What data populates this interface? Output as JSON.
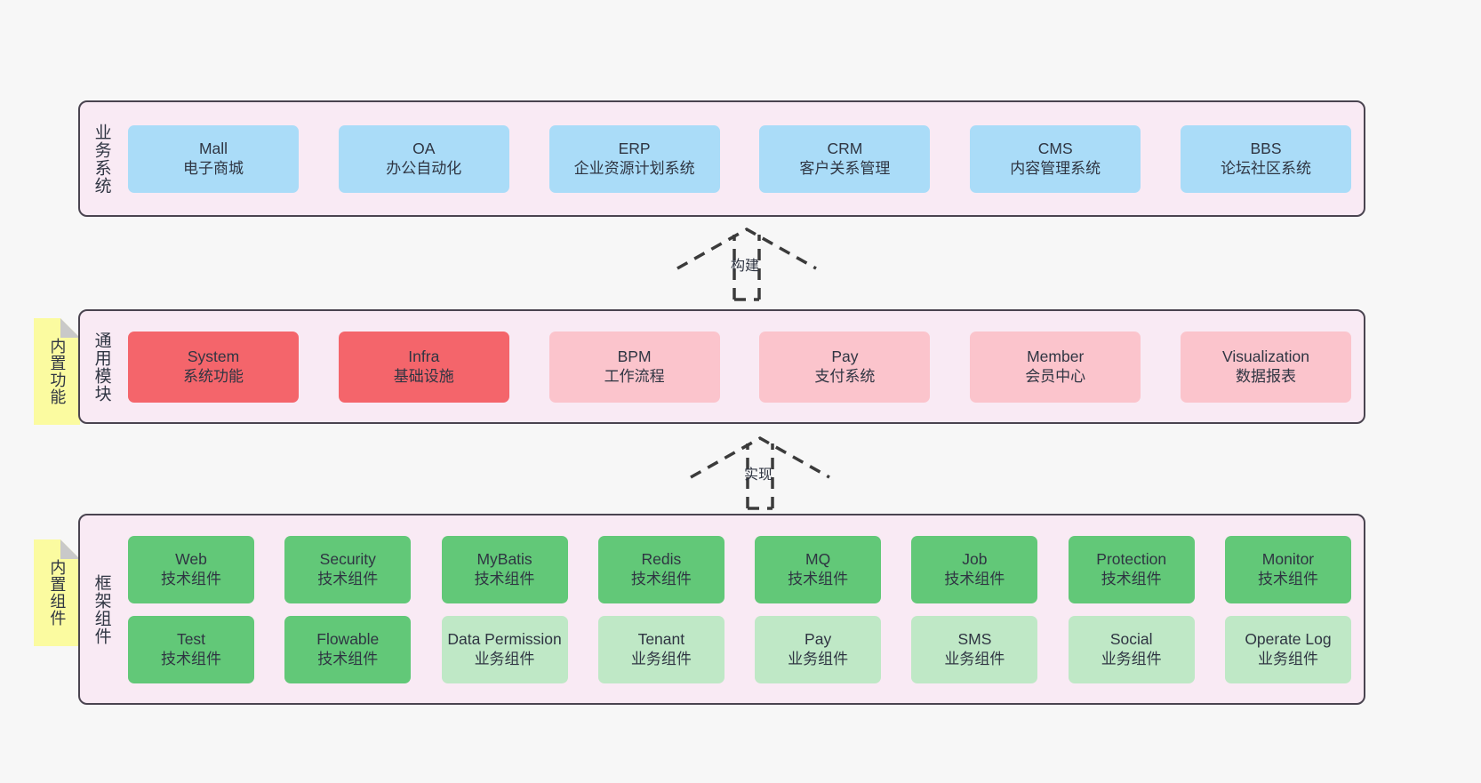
{
  "diagram": {
    "background": "#f7f7f7",
    "panel_fill": "#f9eaf4",
    "panel_border": "#4a4450",
    "colors": {
      "business": "#aadcf8",
      "core_module_strong": "#f4656b",
      "core_module_light": "#fbc4cc",
      "tech_component": "#62c878",
      "business_component": "#bfe8c6",
      "note": "#fbfba0",
      "note_fold": "#c9c9c9"
    }
  },
  "layers": {
    "business": {
      "title": "业务系统",
      "items": [
        {
          "en": "Mall",
          "cn": "电子商城"
        },
        {
          "en": "OA",
          "cn": "办公自动化"
        },
        {
          "en": "ERP",
          "cn": "企业资源计划系统"
        },
        {
          "en": "CRM",
          "cn": "客户关系管理"
        },
        {
          "en": "CMS",
          "cn": "内容管理系统"
        },
        {
          "en": "BBS",
          "cn": "论坛社区系统"
        }
      ]
    },
    "common": {
      "title": "通用模块",
      "note": "内置功能",
      "items": [
        {
          "en": "System",
          "cn": "系统功能",
          "tone": "strong"
        },
        {
          "en": "Infra",
          "cn": "基础设施",
          "tone": "strong"
        },
        {
          "en": "BPM",
          "cn": "工作流程",
          "tone": "light"
        },
        {
          "en": "Pay",
          "cn": "支付系统",
          "tone": "light"
        },
        {
          "en": "Member",
          "cn": "会员中心",
          "tone": "light"
        },
        {
          "en": "Visualization",
          "cn": "数据报表",
          "tone": "light"
        }
      ]
    },
    "framework": {
      "title": "框架组件",
      "note": "内置组件",
      "row1": [
        {
          "en": "Web",
          "cn": "技术组件",
          "tone": "tech"
        },
        {
          "en": "Security",
          "cn": "技术组件",
          "tone": "tech"
        },
        {
          "en": "MyBatis",
          "cn": "技术组件",
          "tone": "tech"
        },
        {
          "en": "Redis",
          "cn": "技术组件",
          "tone": "tech"
        },
        {
          "en": "MQ",
          "cn": "技术组件",
          "tone": "tech"
        },
        {
          "en": "Job",
          "cn": "技术组件",
          "tone": "tech"
        },
        {
          "en": "Protection",
          "cn": "技术组件",
          "tone": "tech"
        },
        {
          "en": "Monitor",
          "cn": "技术组件",
          "tone": "tech"
        }
      ],
      "row2": [
        {
          "en": "Test",
          "cn": "技术组件",
          "tone": "tech"
        },
        {
          "en": "Flowable",
          "cn": "技术组件",
          "tone": "tech"
        },
        {
          "en": "Data Permission",
          "cn": "业务组件",
          "tone": "biz"
        },
        {
          "en": "Tenant",
          "cn": "业务组件",
          "tone": "biz"
        },
        {
          "en": "Pay",
          "cn": "业务组件",
          "tone": "biz"
        },
        {
          "en": "SMS",
          "cn": "业务组件",
          "tone": "biz"
        },
        {
          "en": "Social",
          "cn": "业务组件",
          "tone": "biz"
        },
        {
          "en": "Operate Log",
          "cn": "业务组件",
          "tone": "biz"
        }
      ]
    }
  },
  "connectors": [
    {
      "label": "构建"
    },
    {
      "label": "实现"
    }
  ]
}
